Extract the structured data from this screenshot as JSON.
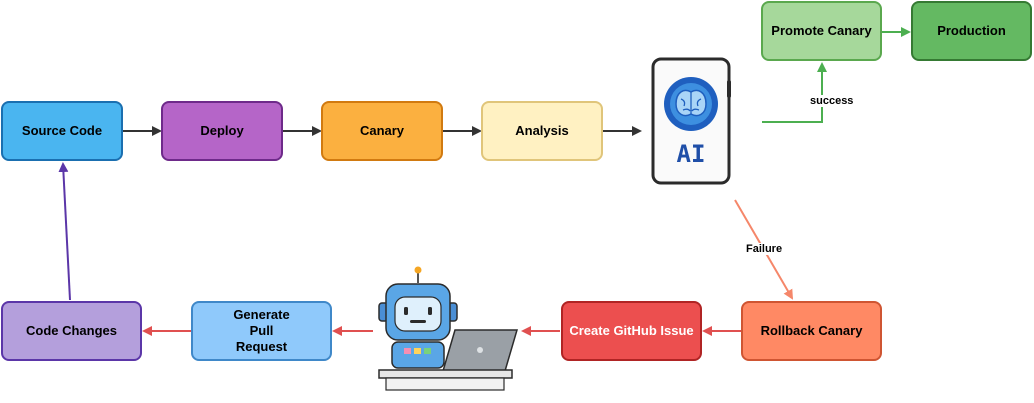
{
  "nodes": {
    "source_code": "Source Code",
    "deploy": "Deploy",
    "canary": "Canary",
    "analysis": "Analysis",
    "promote_canary": "Promote Canary",
    "production": "Production",
    "rollback_canary": "Rollback Canary",
    "create_github_issue": "Create GitHub Issue",
    "generate_pull_request": "Generate Pull Request",
    "code_changes": "Code Changes"
  },
  "edge_labels": {
    "success": "success",
    "failure": "Failure"
  },
  "ai_device": {
    "label": "AI",
    "icon": "brain-icon"
  },
  "robot": {
    "icon": "robot-laptop-icon"
  },
  "colors": {
    "source_code_fill": "#4ab5f0",
    "deploy_fill": "#b565c8",
    "canary_fill": "#fbb040",
    "analysis_fill": "#fff1c2",
    "promote_fill": "#a6d89b",
    "production_fill": "#64b962",
    "rollback_fill": "#ff8964",
    "github_issue_fill": "#ec4f4f",
    "pull_request_fill": "#8fc9fb",
    "code_changes_fill": "#b49fdc",
    "arrow_dark": "#333333",
    "arrow_green": "#4caf50",
    "arrow_red": "#e05050",
    "arrow_salmon": "#f5876a",
    "arrow_purple": "#5b36a8"
  }
}
